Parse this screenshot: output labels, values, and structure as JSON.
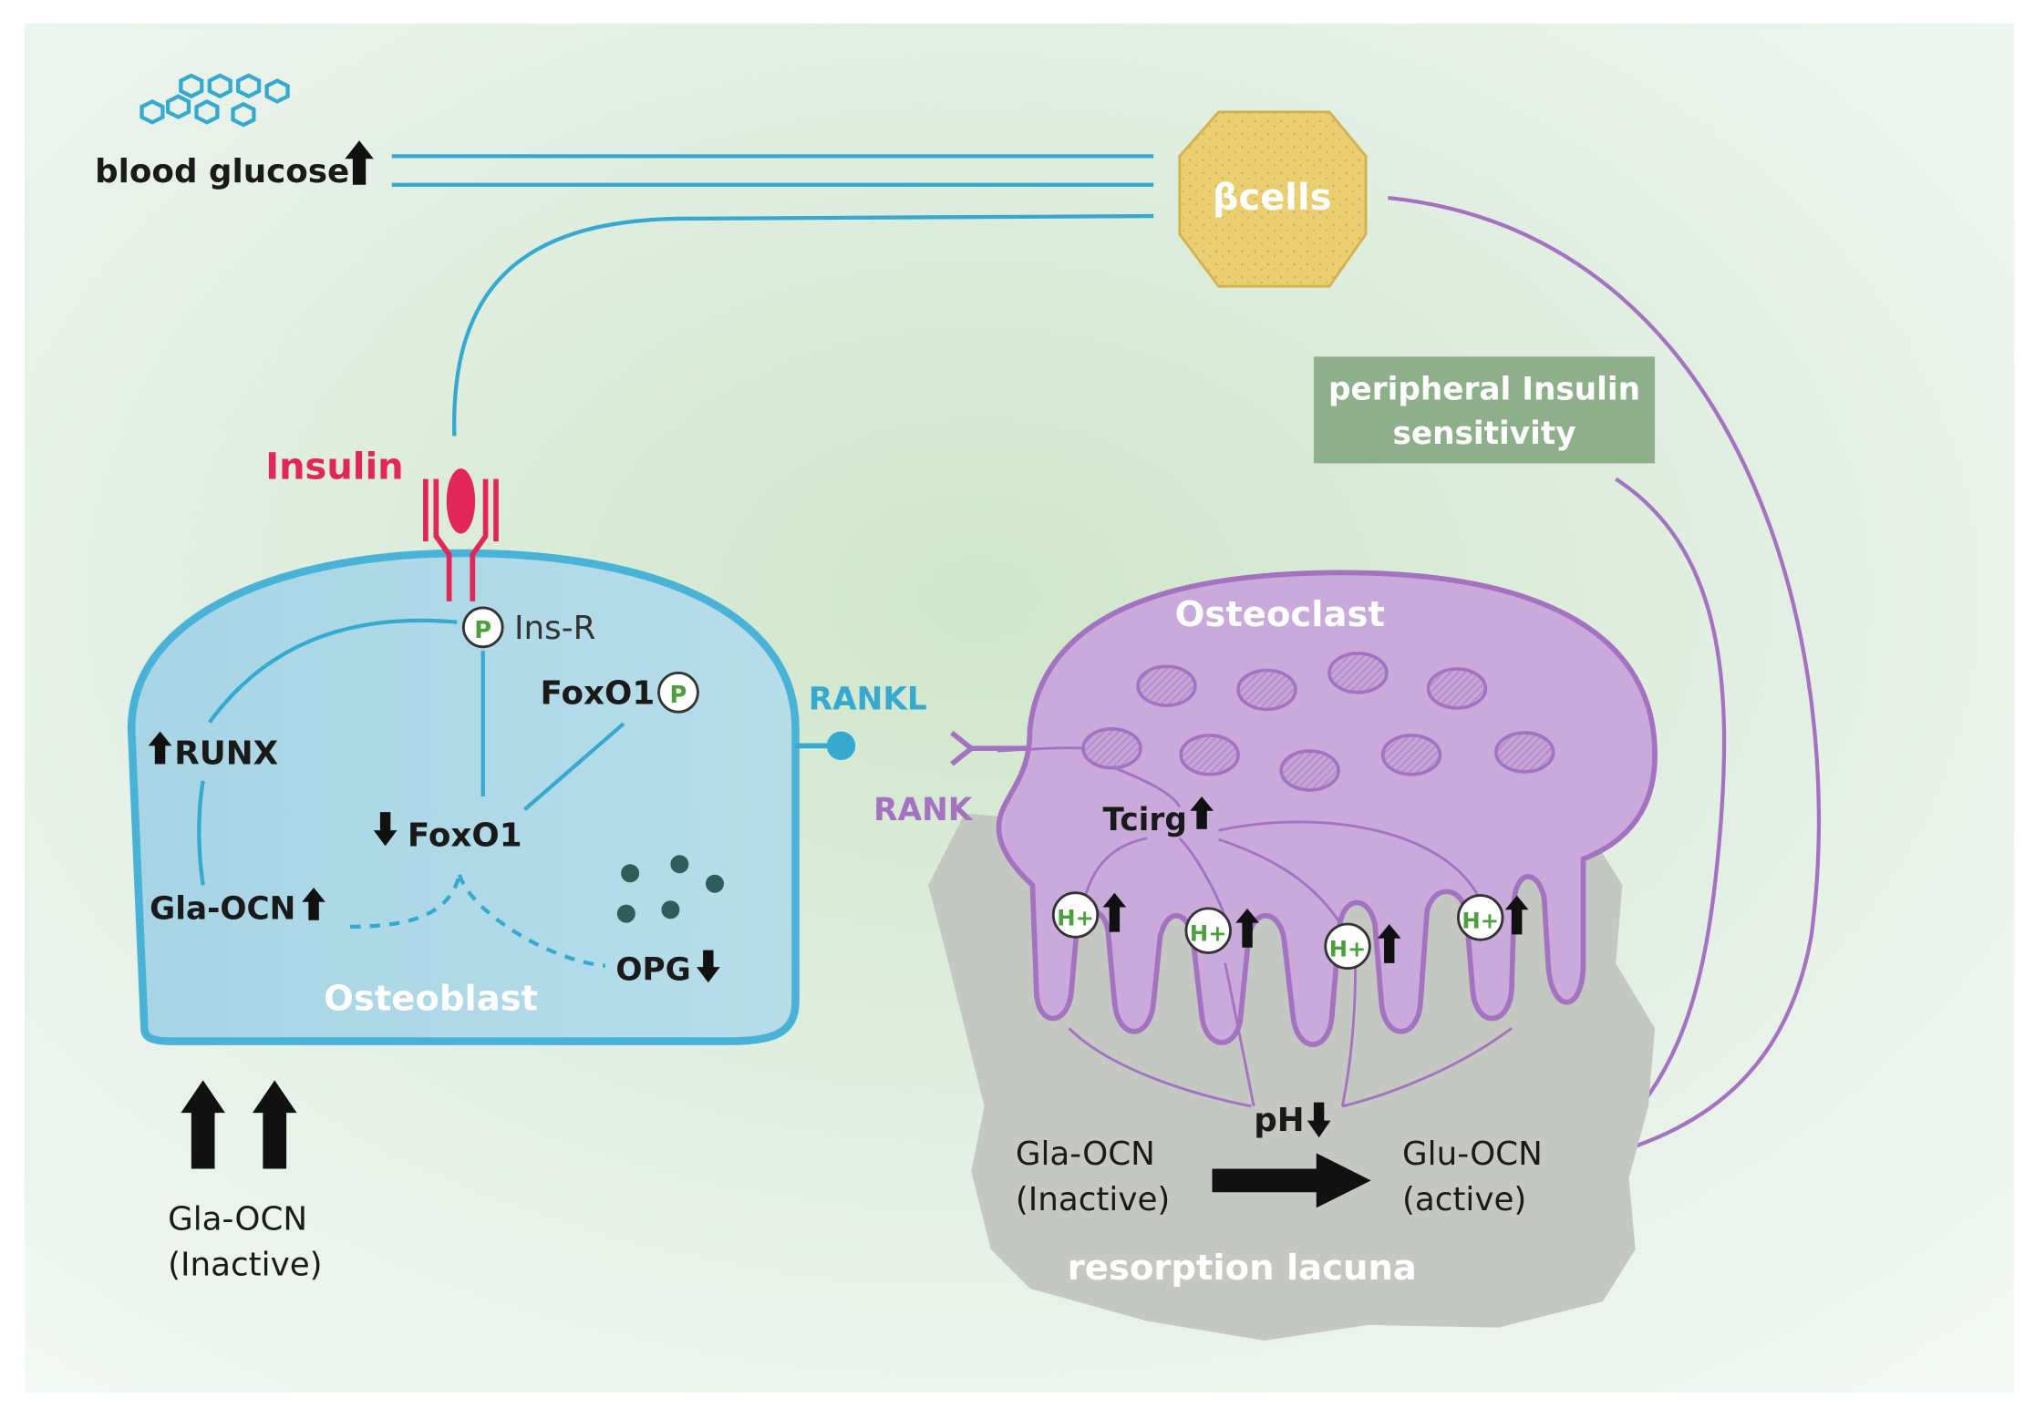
{
  "labels": {
    "blood_glucose": "blood glucose",
    "beta_cells": "βcells",
    "insulin": "Insulin",
    "ins_r": "Ins-R",
    "p_marker": "P",
    "foxo1_p": "FoxO1",
    "runx": "RUNX",
    "foxo1": "FoxO1",
    "gla_ocn_up": "Gla-OCN",
    "opg": "OPG",
    "osteoblast": "Osteoblast",
    "rankl": "RANKL",
    "rank": "RANK",
    "osteoclast": "Osteoclast",
    "tcirg": "Tcirg",
    "h_plus": "H+",
    "ph": "pH",
    "peripheral_line1": "peripheral Insulin",
    "peripheral_line2": "sensitivity",
    "gla_ocn_bottom_line1": "Gla-OCN",
    "gla_ocn_bottom_line2": "(Inactive)",
    "lacuna_gla_line1": "Gla-OCN",
    "lacuna_gla_line2": "(Inactive)",
    "lacuna_glu_line1": "Glu-OCN",
    "lacuna_glu_line2": "(active)",
    "resorption_lacuna": "resorption lacuna"
  },
  "colors": {
    "background_left": "#e9f3ee",
    "background_center": "#d6ead2",
    "osteoblast_fill": "#a9d7e6",
    "osteoblast_stroke": "#48b3d6",
    "osteoclast_fill": "#c8a9d9",
    "osteoclast_stroke": "#a472c0",
    "lacuna_fill": "#c4c6c3",
    "beta_cell_fill": "#e9cf72",
    "insulin_pink": "#e2265a",
    "signal_blue": "#36a9d0",
    "signal_purple": "#a472c0",
    "green_box": "#8db08a",
    "opg_dots": "#2f5d5a",
    "p_green": "#4aa03a"
  },
  "icons": {
    "glucose": "hexagon-cluster-icon",
    "up": "up-arrow-icon",
    "down": "down-arrow-icon",
    "convert": "right-arrow-icon",
    "receptor": "receptor-icon",
    "phospho": "phosphate-circle-icon"
  }
}
